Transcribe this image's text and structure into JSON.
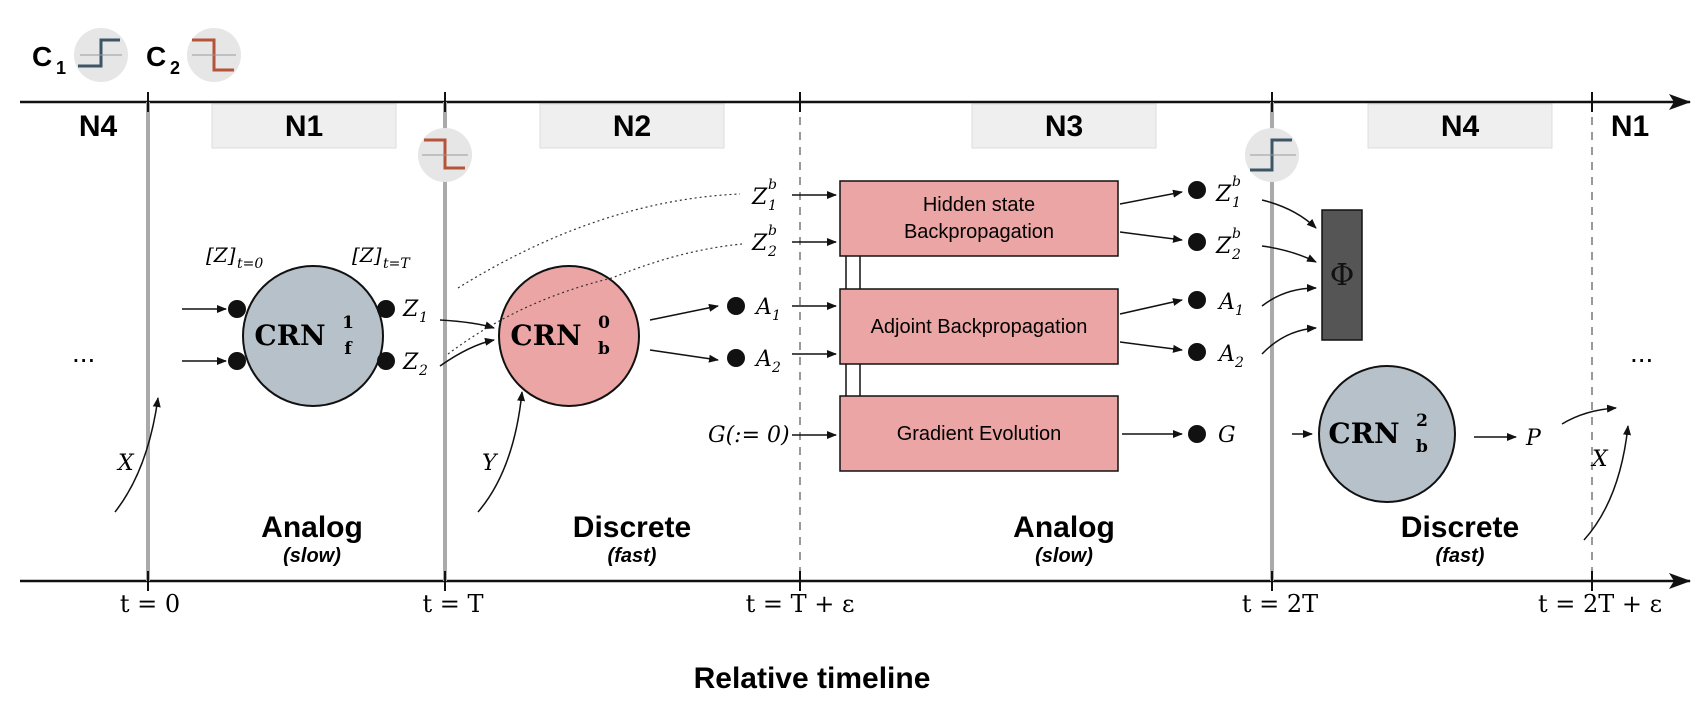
{
  "legend": {
    "c1": {
      "letter": "C",
      "sub": "1"
    },
    "c2": {
      "letter": "C",
      "sub": "2"
    }
  },
  "segments": [
    {
      "id": "n4-left",
      "label": "N4",
      "boxed": false
    },
    {
      "id": "n1",
      "label": "N1",
      "boxed": true
    },
    {
      "id": "n2",
      "label": "N2",
      "boxed": true
    },
    {
      "id": "n3",
      "label": "N3",
      "boxed": true
    },
    {
      "id": "n4",
      "label": "N4",
      "boxed": true
    },
    {
      "id": "n1-right",
      "label": "N1",
      "boxed": false
    }
  ],
  "phases": [
    {
      "id": "analog-1",
      "name": "Analog",
      "speed": "(slow)"
    },
    {
      "id": "discrete-1",
      "name": "Discrete",
      "speed": "(fast)"
    },
    {
      "id": "analog-2",
      "name": "Analog",
      "speed": "(slow)"
    },
    {
      "id": "discrete-2",
      "name": "Discrete",
      "speed": "(fast)"
    }
  ],
  "time_ticks": [
    "t = 0",
    "t = T",
    "t = T + ε",
    "t = 2T",
    "t = 2T + ε"
  ],
  "axis_title": "Relative timeline",
  "nodes": {
    "crn_f": {
      "base": "CRN",
      "sub": "f",
      "sup": "1"
    },
    "crn_b0": {
      "base": "CRN",
      "sub": "b",
      "sup": "0"
    },
    "crn_b2": {
      "base": "CRN",
      "sub": "b",
      "sup": "2"
    },
    "phi": "Φ"
  },
  "boxes": {
    "hidden_line1": "Hidden state",
    "hidden_line2": "Backpropagation",
    "adjoint": "Adjoint Backpropagation",
    "gradient": "Gradient Evolution"
  },
  "signals": {
    "z_t0": {
      "base": "[Z]",
      "sub": "t=0"
    },
    "z_tT": {
      "base": "[Z]",
      "sub": "t=T"
    },
    "z1": {
      "base": "Z",
      "sub": "1"
    },
    "z2": {
      "base": "Z",
      "sub": "2"
    },
    "z1b": {
      "base": "Z",
      "sub": "1",
      "sup": "b"
    },
    "z2b": {
      "base": "Z",
      "sub": "2",
      "sup": "b"
    },
    "a1": {
      "base": "A",
      "sub": "1"
    },
    "a2": {
      "base": "A",
      "sub": "2"
    },
    "g_init": "G(:= 0)",
    "g": "G",
    "p": "P",
    "x": "X",
    "y": "Y",
    "ellipsis": "..."
  },
  "colors": {
    "pink": "#eaa5a4",
    "grey_node": "#b6c1c9",
    "phi_fill": "#555555",
    "c1_stroke": "#3d5566",
    "c2_stroke": "#b5543a",
    "label_box": "#efefef"
  }
}
